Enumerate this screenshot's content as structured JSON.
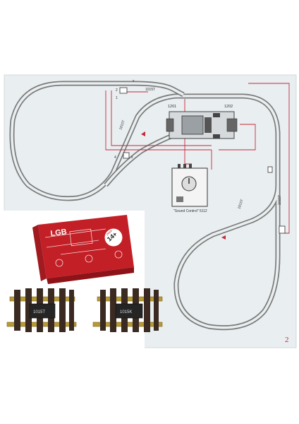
{
  "diagram": {
    "page_number": "2",
    "track_labels": {
      "section_top": "1015T",
      "section_left": "1015T",
      "section_right": "1015T",
      "section_right_lower": "1015T"
    },
    "switch_labels": {
      "left": "1201",
      "right": "1202"
    },
    "small_labels": {
      "x1": "x",
      "x2": "x",
      "n1": "2",
      "n2": "1",
      "n3": "4"
    },
    "control_box": {
      "caption": "\"Sound Control\" 5112"
    }
  },
  "product": {
    "box_brand": "LGB",
    "box_badge_pack": "pack",
    "box_badge_count": "14+",
    "piece_left_label": "1015T",
    "piece_right_label": "1015K"
  },
  "colors": {
    "background": "#e8eef0",
    "track": "#707070",
    "wire_red": "#c8283a",
    "box_red": "#c21f26"
  }
}
